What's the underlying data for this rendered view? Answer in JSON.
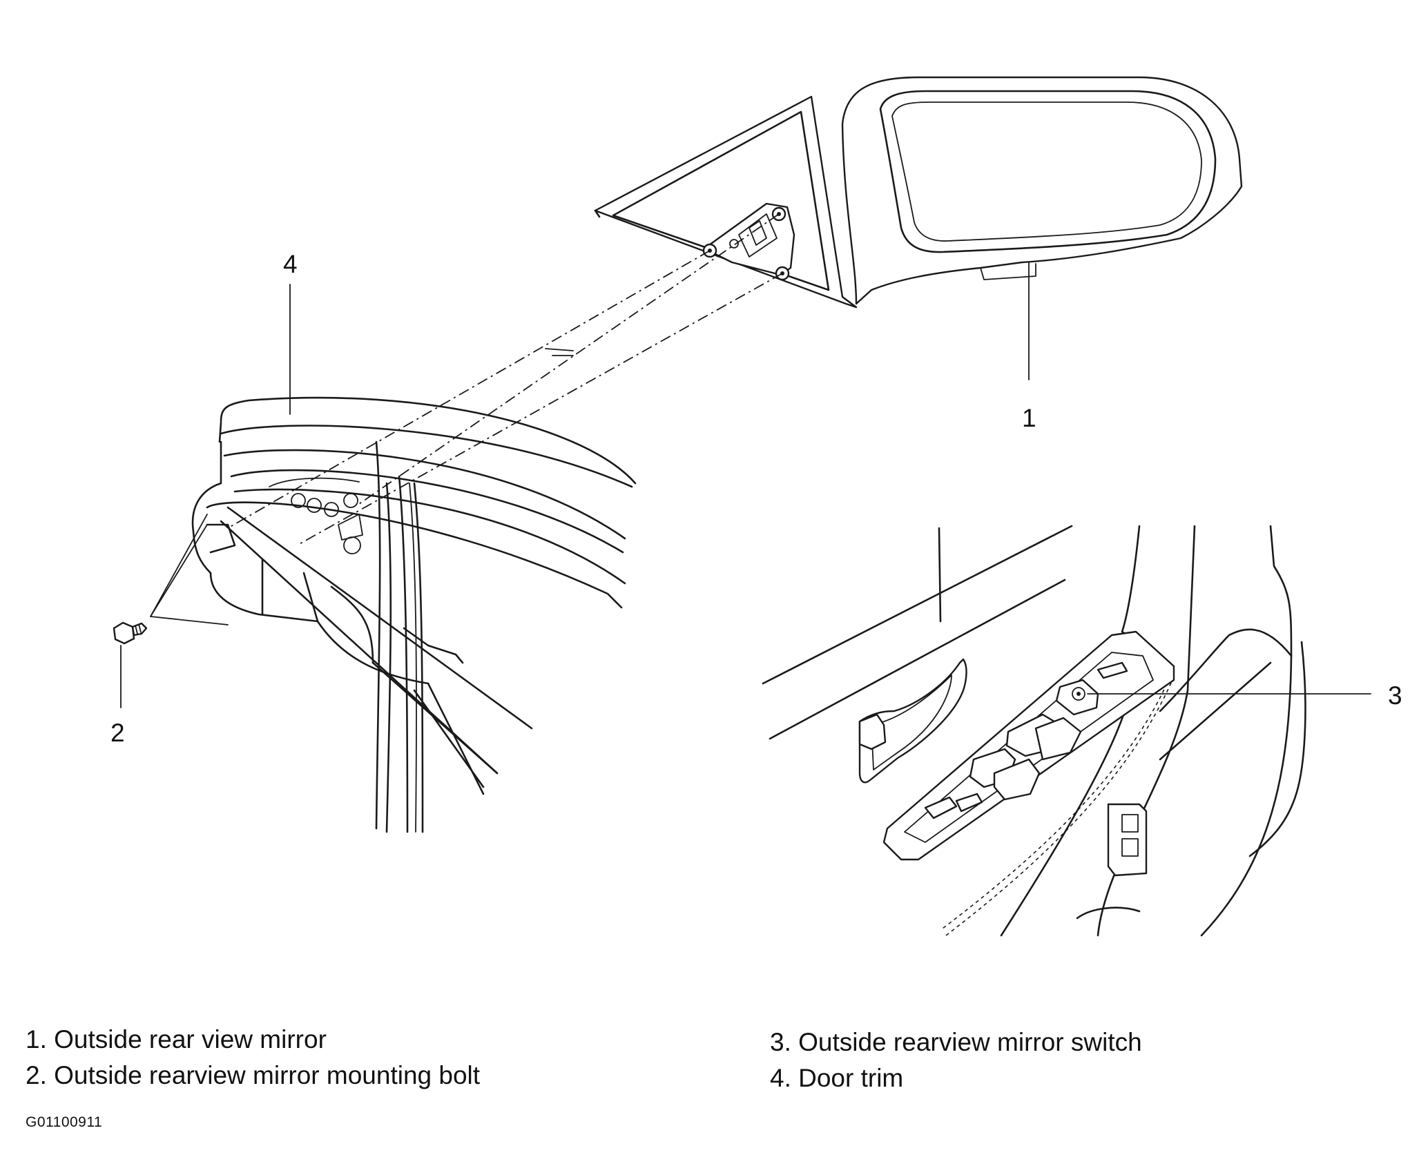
{
  "callouts": {
    "c1": "1",
    "c2": "2",
    "c3": "3",
    "c4": "4"
  },
  "legend": {
    "item1": "1. Outside rear view mirror",
    "item2": "2. Outside rearview mirror mounting bolt",
    "item3": "3. Outside rearview mirror switch",
    "item4": "4. Door trim"
  },
  "figure_id": "G01100911"
}
